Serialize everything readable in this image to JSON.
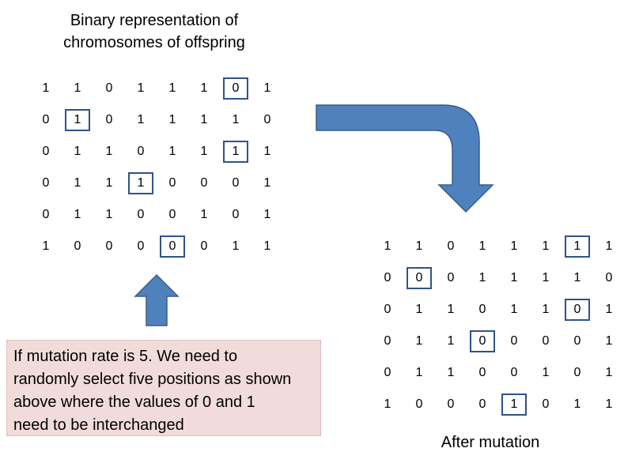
{
  "title": {
    "line1": "Binary representation of",
    "line2": "chromosomes of offspring"
  },
  "offspring_grid": [
    [
      1,
      1,
      0,
      1,
      1,
      1,
      0,
      1
    ],
    [
      0,
      1,
      0,
      1,
      1,
      1,
      1,
      0
    ],
    [
      0,
      1,
      1,
      0,
      1,
      1,
      1,
      1
    ],
    [
      0,
      1,
      1,
      1,
      0,
      0,
      0,
      1
    ],
    [
      0,
      1,
      1,
      0,
      0,
      1,
      0,
      1
    ],
    [
      1,
      0,
      0,
      0,
      0,
      0,
      1,
      1
    ]
  ],
  "mutated_grid": [
    [
      1,
      1,
      0,
      1,
      1,
      1,
      1,
      1
    ],
    [
      0,
      0,
      0,
      1,
      1,
      1,
      1,
      0
    ],
    [
      0,
      1,
      1,
      0,
      1,
      1,
      0,
      1
    ],
    [
      0,
      1,
      1,
      0,
      0,
      0,
      0,
      1
    ],
    [
      0,
      1,
      1,
      0,
      0,
      1,
      0,
      1
    ],
    [
      1,
      0,
      0,
      0,
      1,
      0,
      1,
      1
    ]
  ],
  "mutation_positions": [
    [
      0,
      6
    ],
    [
      1,
      1
    ],
    [
      2,
      6
    ],
    [
      3,
      3
    ],
    [
      5,
      4
    ]
  ],
  "note": {
    "line1": "If mutation rate is 5. We need to",
    "line2": "randomly select five positions as shown",
    "line3": "above where the values of 0 and 1",
    "line4": "need to be interchanged"
  },
  "caption": "After mutation",
  "colors": {
    "arrow_fill": "#4f81bd",
    "arrow_stroke": "#385d8a",
    "box_border": "#2f5388",
    "note_background": "#f2dcdb"
  }
}
